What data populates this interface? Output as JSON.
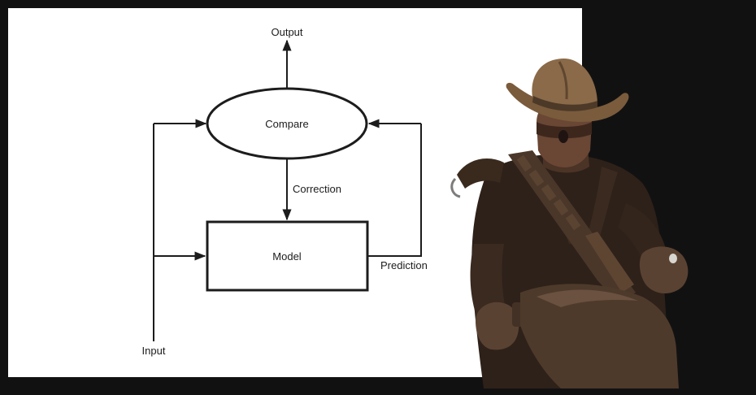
{
  "diagram": {
    "nodes": {
      "compare": "Compare",
      "model": "Model"
    },
    "labels": {
      "output": "Output",
      "correction": "Correction",
      "prediction": "Prediction",
      "input": "Input"
    }
  },
  "colors": {
    "background": "#121112",
    "paper": "#ffffff",
    "ink": "#1c1c1c",
    "leather_dark": "#2e2119",
    "leather": "#4a3729",
    "hat": "#6f5236",
    "hat_light": "#8a6a48",
    "skin": "#6a4634"
  }
}
